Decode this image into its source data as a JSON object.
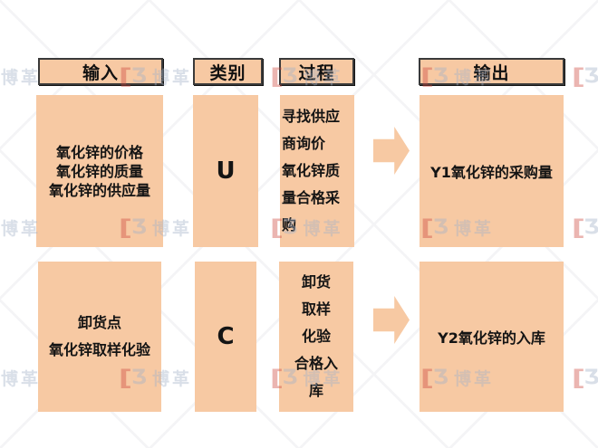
{
  "colors": {
    "box_fill": "#F7C9A3",
    "header_border": "#3A3A3A",
    "text": "#141414",
    "watermark_red": "rgba(205,70,60,0.40)",
    "watermark_gray": "rgba(165,178,200,0.42)"
  },
  "watermark": {
    "logo": "boge-logo",
    "bracket": "[",
    "glyph": "Ʒ",
    "text": "博革"
  },
  "columns": {
    "input": "输入",
    "category": "类别",
    "process": "过程",
    "output": "输出"
  },
  "rows": [
    {
      "input_lines": [
        "氧化锌的价格",
        "氧化锌的质量",
        "氧化锌的供应量"
      ],
      "category": "U",
      "process_lines": [
        "寻找供应",
        "商询价",
        "氧化锌质",
        "量合格采",
        "购"
      ],
      "output": "Y1氧化锌的采购量"
    },
    {
      "input_lines": [
        "卸货点",
        "氧化锌取样化验"
      ],
      "category": "C",
      "process_lines": [
        "卸货",
        "取样",
        "化验",
        "合格入",
        "库"
      ],
      "output": "Y2氧化锌的入库"
    }
  ]
}
